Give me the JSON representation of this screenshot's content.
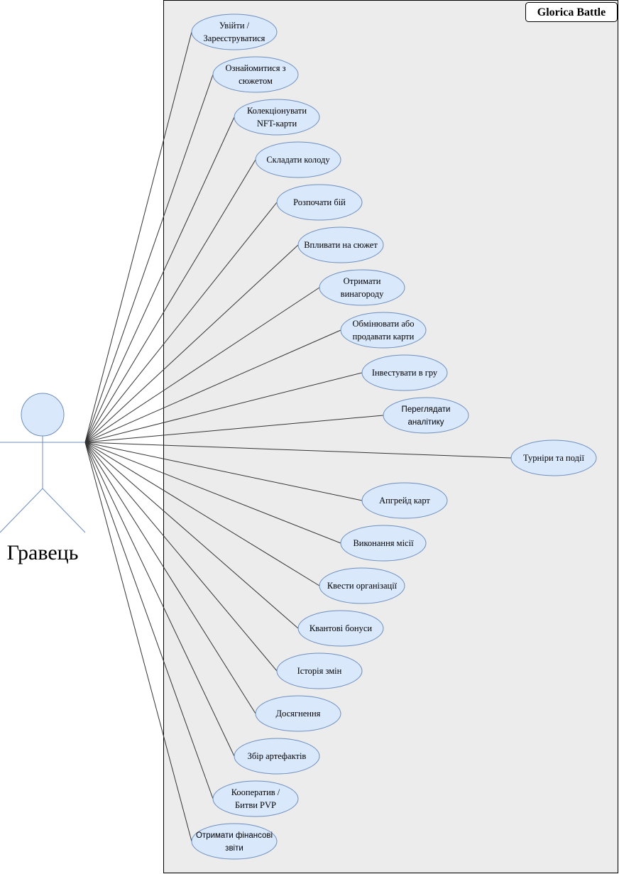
{
  "system": {
    "title": "Glorica Battle"
  },
  "actor": {
    "label": "Гравець"
  },
  "use_cases": [
    {
      "id": "uc-1",
      "lines": [
        "Увійти /",
        "Зареєструватися"
      ]
    },
    {
      "id": "uc-2",
      "lines": [
        "Ознайомитися з",
        "сюжетом"
      ]
    },
    {
      "id": "uc-3",
      "lines": [
        "Колекціонувати",
        "NFT-карти"
      ]
    },
    {
      "id": "uc-4",
      "lines": [
        "Складати колоду"
      ]
    },
    {
      "id": "uc-5",
      "lines": [
        "Розпочати бій"
      ]
    },
    {
      "id": "uc-6",
      "lines": [
        "Впливати на сюжет"
      ]
    },
    {
      "id": "uc-7",
      "lines": [
        "Отримати",
        "винагороду"
      ]
    },
    {
      "id": "uc-8",
      "lines": [
        "Обмінювати або",
        "продавати карти"
      ]
    },
    {
      "id": "uc-9",
      "lines": [
        "Інвестувати в гру"
      ]
    },
    {
      "id": "uc-10",
      "lines": [
        "Переглядати",
        "аналітику"
      ],
      "sans": true
    },
    {
      "id": "uc-11",
      "lines": [
        "Турніри та події"
      ]
    },
    {
      "id": "uc-12",
      "lines": [
        "Апгрейд карт"
      ]
    },
    {
      "id": "uc-13",
      "lines": [
        "Виконання місії"
      ]
    },
    {
      "id": "uc-14",
      "lines": [
        "Квести організації"
      ]
    },
    {
      "id": "uc-15",
      "lines": [
        "Квантові бонуси"
      ]
    },
    {
      "id": "uc-16",
      "lines": [
        "Історія змін"
      ]
    },
    {
      "id": "uc-17",
      "lines": [
        "Досягнення"
      ]
    },
    {
      "id": "uc-18",
      "lines": [
        "Збір артефактів"
      ]
    },
    {
      "id": "uc-19",
      "lines": [
        "Кооператив /",
        "Битви PVP"
      ]
    },
    {
      "id": "uc-20",
      "lines": [
        "Отримати фінансові",
        "звіти"
      ],
      "sans": true
    }
  ],
  "colors": {
    "system_fill": "#ececec",
    "system_stroke": "#000000",
    "usecase_fill": "#dae8fc",
    "usecase_stroke": "#6c8ebf",
    "actor_fill": "#dae8fc",
    "actor_stroke": "#6c8ebf",
    "association": "#333333"
  }
}
